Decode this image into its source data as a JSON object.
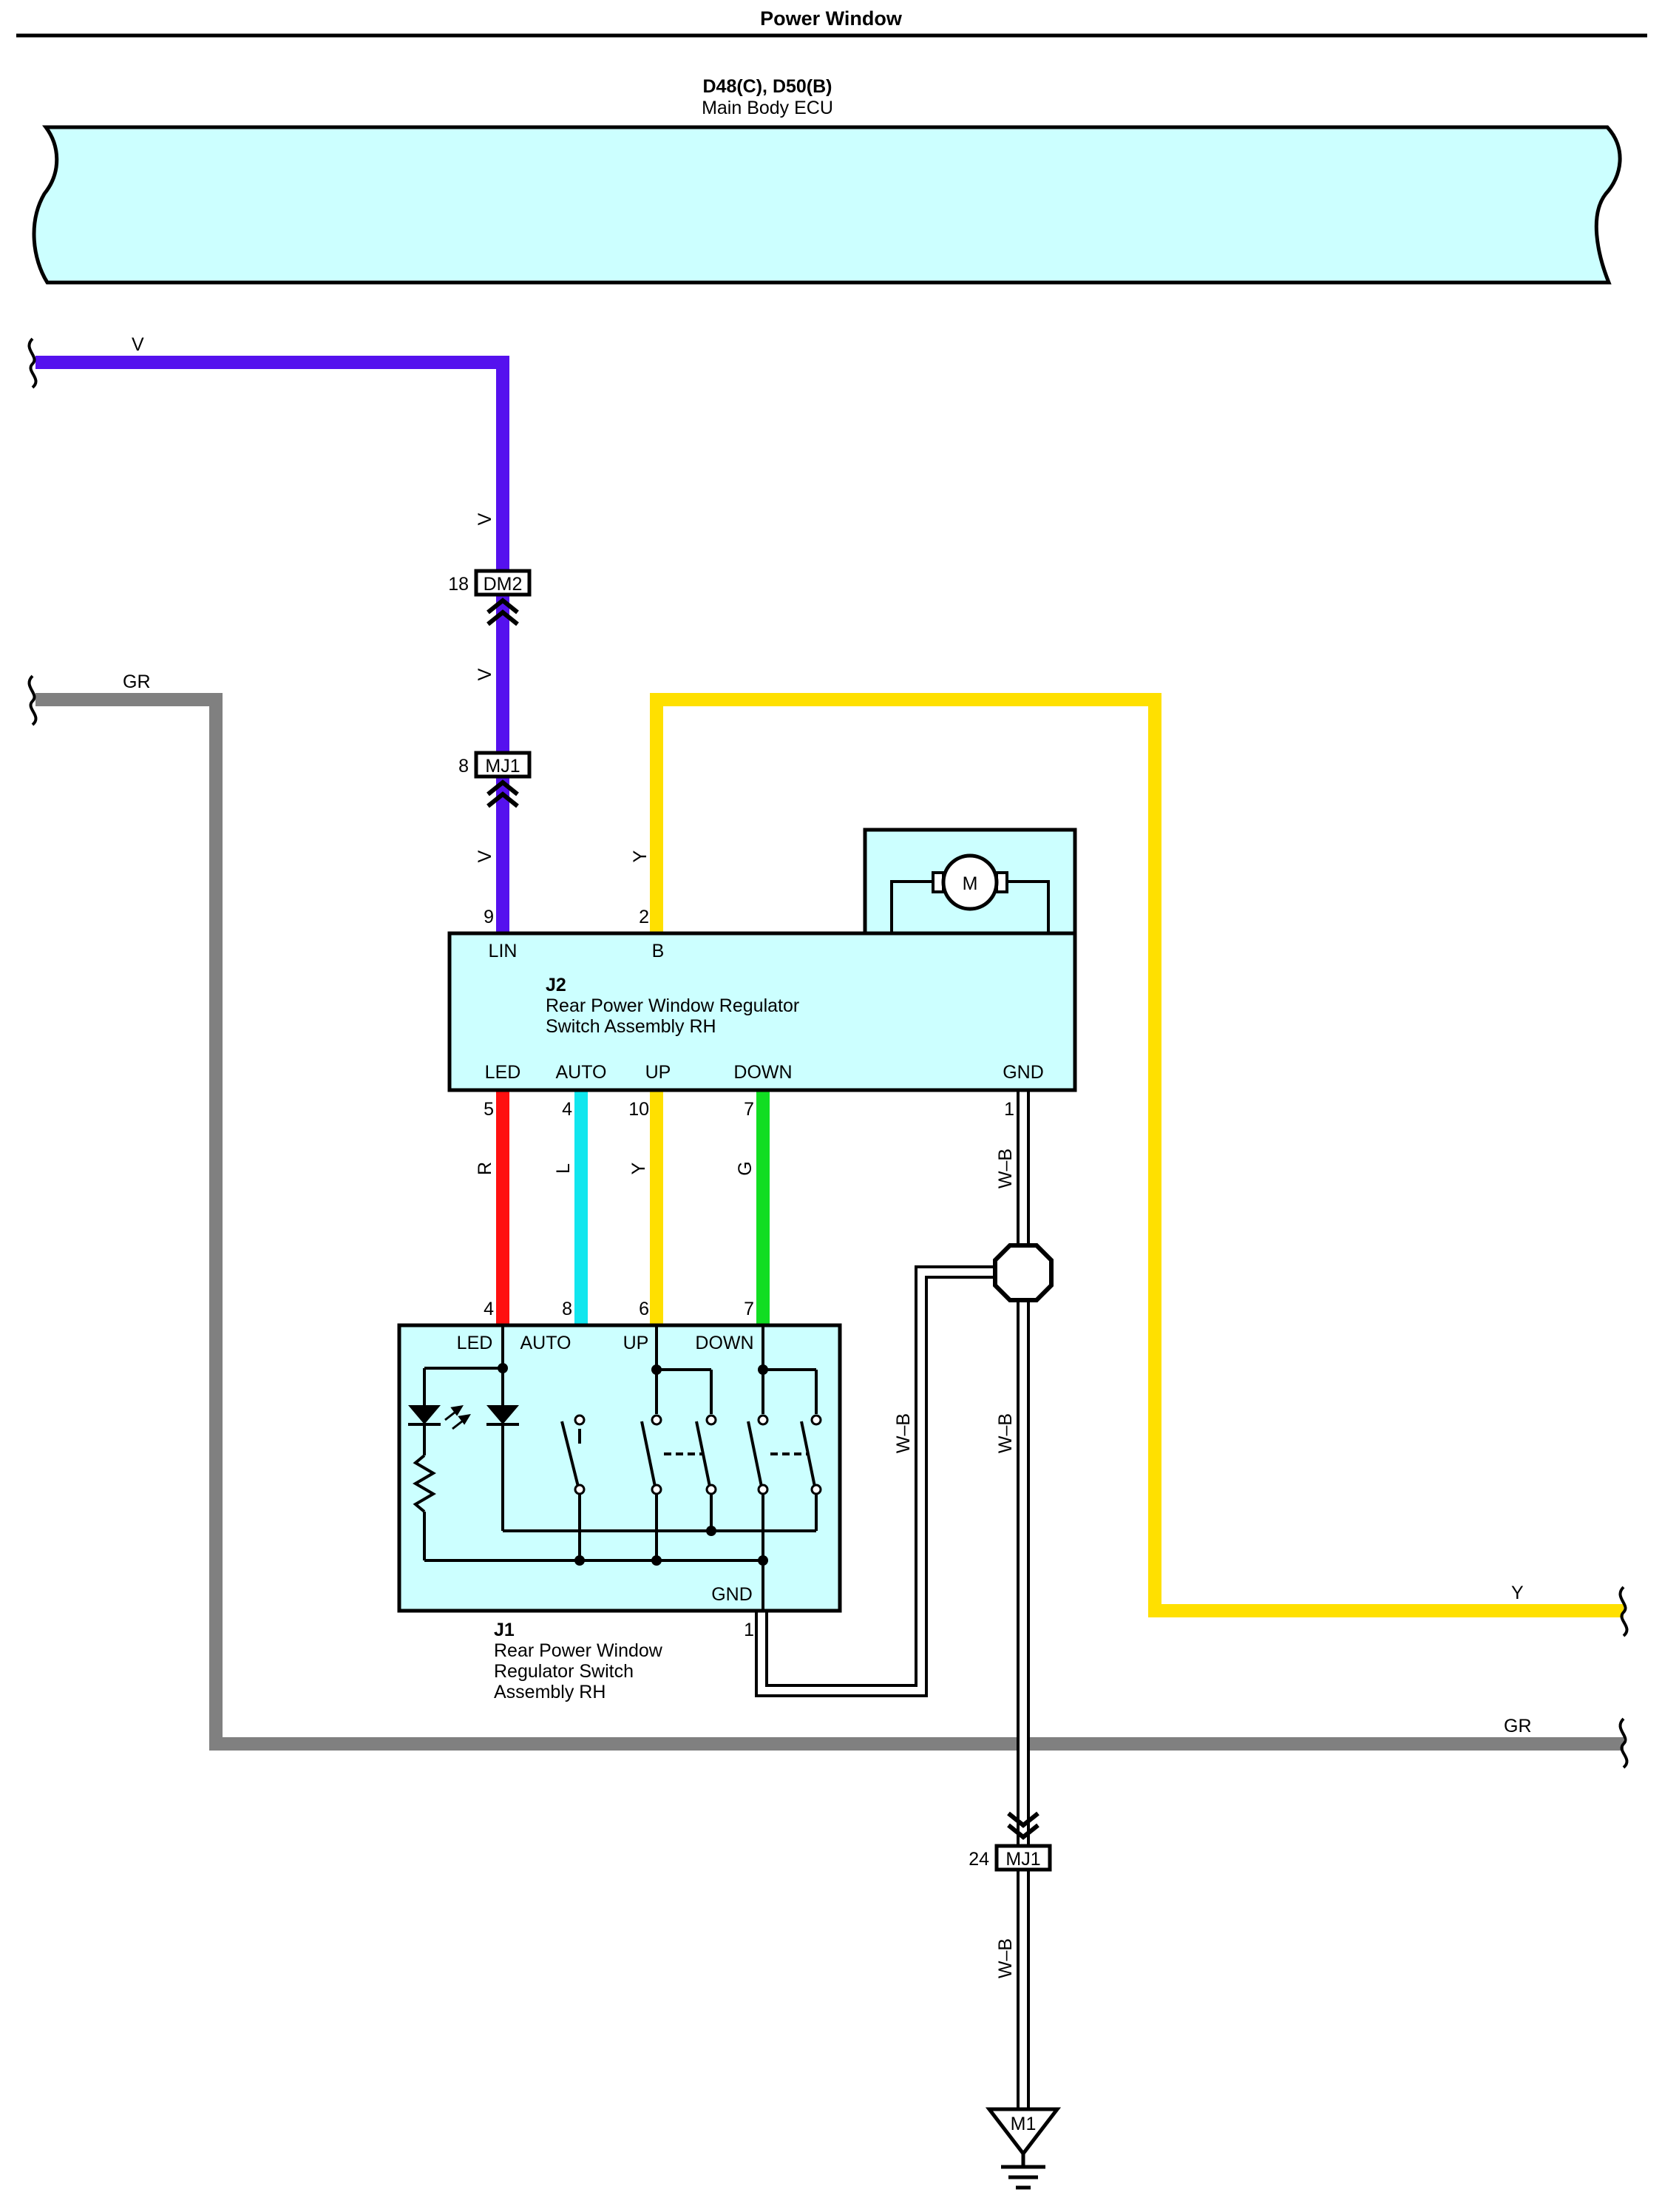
{
  "page": {
    "title": "Power Window"
  },
  "ecu": {
    "connectors": "D48(C), D50(B)",
    "name": "Main Body ECU"
  },
  "j2": {
    "id": "J2",
    "name_line1": "Rear Power Window Regulator",
    "name_line2": "Switch Assembly RH",
    "terminals": {
      "lin": "LIN",
      "b": "B",
      "led": "LED",
      "auto": "AUTO",
      "up": "UP",
      "down": "DOWN",
      "gnd": "GND"
    },
    "pins": {
      "lin": "9",
      "b": "2",
      "led": "5",
      "auto": "4",
      "up": "10",
      "down": "7",
      "gnd": "1"
    },
    "motor_label": "M"
  },
  "j1": {
    "id": "J1",
    "name_line1": "Rear Power Window",
    "name_line2": "Regulator Switch",
    "name_line3": "Assembly RH",
    "terminals": {
      "led": "LED",
      "auto": "AUTO",
      "up": "UP",
      "down": "DOWN",
      "gnd": "GND"
    },
    "pins": {
      "led": "4",
      "auto": "8",
      "up": "6",
      "down": "7",
      "gnd": "1"
    }
  },
  "connectors": {
    "dm2": {
      "name": "DM2",
      "pin": "18"
    },
    "mj1_upper": {
      "name": "MJ1",
      "pin": "8"
    },
    "mj1_lower": {
      "name": "MJ1",
      "pin": "24"
    },
    "ground": {
      "name": "M1"
    }
  },
  "wire_colors": {
    "v_top": "V",
    "v1": "V",
    "v2": "V",
    "v3": "V",
    "gr_left": "GR",
    "gr_right": "GR",
    "y_top": "Y",
    "y_right": "Y",
    "r": "R",
    "l": "L",
    "y_up": "Y",
    "g": "G",
    "wb1": "W–B",
    "wb2": "W–B",
    "wb3": "W–B",
    "wb4": "W–B"
  },
  "colors": {
    "violet": "#5511ee",
    "gray": "#808080",
    "yellow": "#ffe000",
    "red": "#ff1010",
    "blue": "#11e6ee",
    "green": "#11dd22",
    "component_fill": "#ccffff"
  }
}
